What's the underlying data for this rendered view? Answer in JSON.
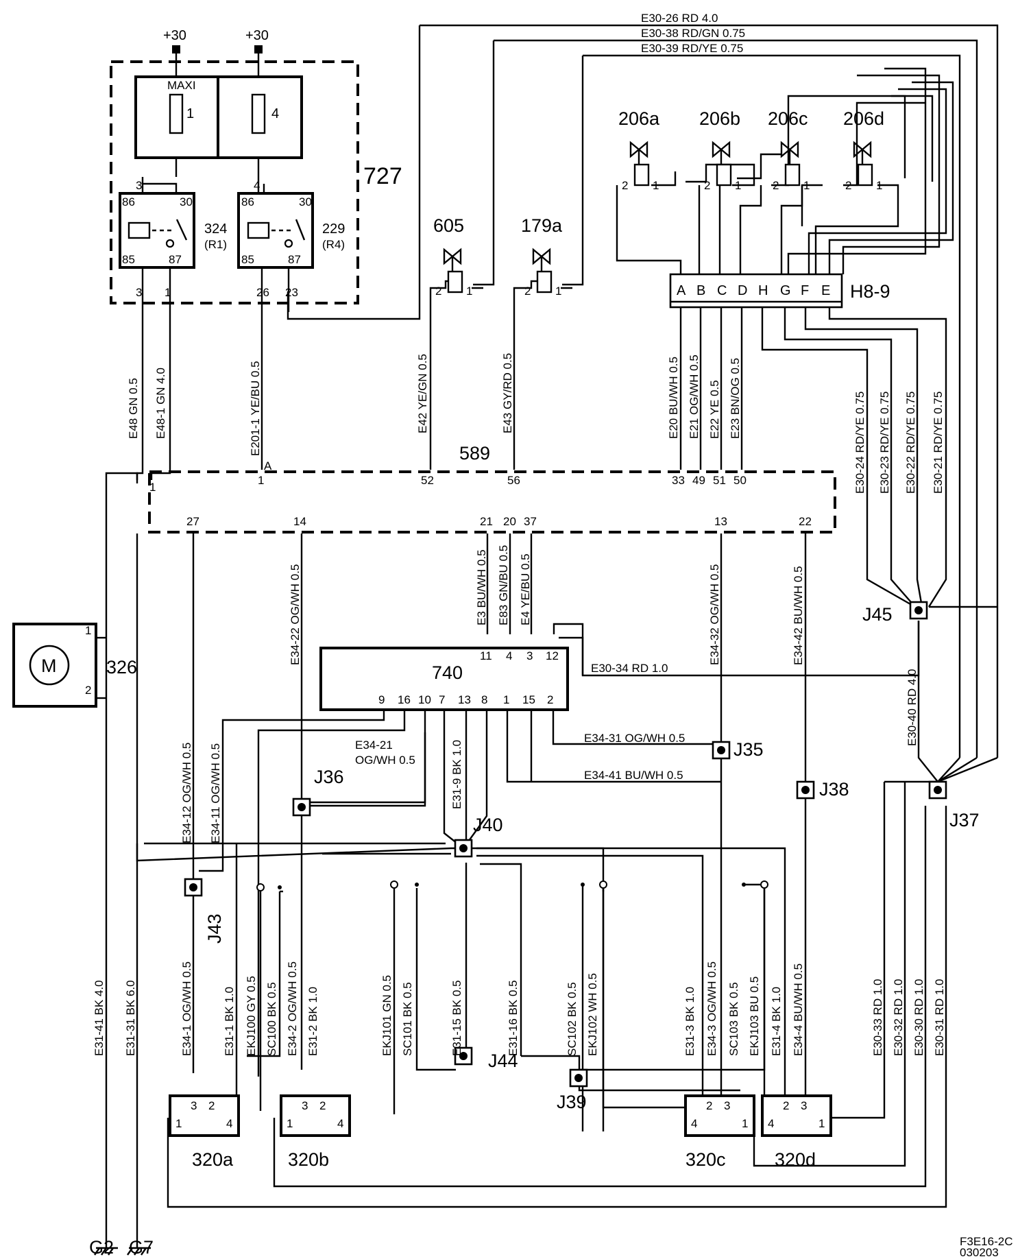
{
  "title_code": "F3E16-2C",
  "date_code": "030203",
  "components": {
    "fuse_box": "727",
    "relay_r1": "324",
    "relay_r1_sub": "(R1)",
    "relay_r4": "229",
    "relay_r4_sub": "(R4)",
    "maxi": "MAXI",
    "fuse1": "1",
    "fuse4": "4",
    "plus30_a": "+30",
    "plus30_b": "+30",
    "connector_589": "589",
    "module_740": "740",
    "motor": "326",
    "motor_symbol": "M",
    "h89": "H8-9",
    "v605": "605",
    "v179a": "179a",
    "v206a": "206a",
    "v206b": "206b",
    "v206c": "206c",
    "v206d": "206d",
    "s320a": "320a",
    "s320b": "320b",
    "s320c": "320c",
    "s320d": "320d",
    "g2": "G2",
    "g7": "G7"
  },
  "junctions": {
    "j35": "J35",
    "j36": "J36",
    "j37": "J37",
    "j38": "J38",
    "j39": "J39",
    "j40": "J40",
    "j43": "J43",
    "j44": "J44",
    "j45": "J45"
  },
  "h89_pins": [
    "A",
    "B",
    "C",
    "D",
    "H",
    "G",
    "F",
    "E"
  ],
  "wires_top": {
    "w1": "E30-26  RD  4.0",
    "w2": "E30-38  RD/GN  0.75",
    "w3": "E30-39  RD/YE  0.75"
  },
  "wires_vertical": {
    "e48": "E48  GN  0.5",
    "e481": "E48-1  GN  4.0",
    "e2011": "E201-1  YE/BU  0.5",
    "e42": "E42  YE/GN  0.5",
    "e43": "E43  GY/RD  0.5",
    "e20": "E20  BU/WH  0.5",
    "e21": "E21  OG/WH  0.5",
    "e22": "E22  YE  0.5",
    "e23": "E23  BN/OG  0.5",
    "e3024": "E30-24  RD/YE  0.75",
    "e3023": "E30-23  RD/YE  0.75",
    "e3022": "E30-22  RD/YE  0.75",
    "e3021": "E30-21  RD/YE  0.75",
    "e3422": "E34-22  OG/WH  0.5",
    "e3": "E3  BU/WH  0.5",
    "e83": "E83  GN/BU  0.5",
    "e4": "E4  YE/BU  0.5",
    "e3432": "E34-32  OG/WH  0.5",
    "e3442": "E34-42  BU/WH  0.5",
    "e3040": "E30-40  RD  4.0",
    "e3412": "E34-12  OG/WH  0.5",
    "e3411": "E34-11  OG/WH  0.5",
    "e319": "E31-9  BK  1.0",
    "e3141": "E31-41  BK  4.0",
    "e3131": "E31-31  BK  6.0",
    "e341": "E34-1  OG/WH  0.5",
    "e311": "E31-1  BK  1.0",
    "ekj100": "EKJ100  GY  0.5",
    "sc100": "SC100  BK  0.5",
    "e342": "E34-2  OG/WH  0.5",
    "e312": "E31-2  BK  1.0",
    "ekj101": "EKJ101  GN  0.5",
    "sc101": "SC101  BK  0.5",
    "e3115": "E31-15  BK  0.5",
    "e3116": "E31-16  BK  0.5",
    "sc102": "SC102  BK  0.5",
    "ekj102": "EKJ102  WH  0.5",
    "e313": "E31-3  BK  1.0",
    "e343": "E34-3  OG/WH  0.5",
    "sc103": "SC103  BK  0.5",
    "ekj103": "EKJ103  BU  0.5",
    "e314": "E31-4  BK  1.0",
    "e344": "E34-4  BU/WH  0.5",
    "e3033": "E30-33  RD  1.0",
    "e3032": "E30-32  RD  1.0",
    "e3030": "E30-30  RD  1.0",
    "e3031": "E30-31  RD  1.0"
  },
  "wires_horizontal": {
    "e3034": "E30-34  RD  1.0",
    "e3431": "E34-31  OG/WH  0.5",
    "e3441": "E34-41  BU/WH  0.5",
    "e3421a": "E34-21",
    "e3421b": "OG/WH  0.5"
  },
  "pins": {
    "r86a": "86",
    "r30a": "30",
    "r85a": "85",
    "r87a": "87",
    "r86b": "86",
    "r30b": "30",
    "r85b": "85",
    "r87b": "87",
    "p3a": "3",
    "p3b": "3",
    "p1": "1",
    "p4": "4",
    "p26": "26",
    "p23": "23",
    "v605_2": "2",
    "v605_1": "1",
    "v179_2": "2",
    "v179_1": "1",
    "v206a_2": "2",
    "v206a_1": "1",
    "v206b_2": "2",
    "v206b_1": "1",
    "v206c_2": "2",
    "v206c_1": "1",
    "v206d_2": "2",
    "v206d_1": "1",
    "c589_1": "1",
    "c589_52": "52",
    "c589_56": "56",
    "c589_33": "33",
    "c589_49": "49",
    "c589_51": "51",
    "c589_50": "50",
    "c589_1b": "1",
    "c589_27": "27",
    "c589_14": "14",
    "c589_21": "21",
    "c589_20": "20",
    "c589_37": "37",
    "c589_13": "13",
    "c589_22": "22",
    "m1": "1",
    "m2": "2",
    "t11": "11",
    "t4": "4",
    "t3": "3",
    "t12": "12",
    "b9": "9",
    "b16": "16",
    "b10": "10",
    "b7": "7",
    "b13": "13",
    "b8": "8",
    "b1": "1",
    "b15": "15",
    "b2": "2",
    "a1": "1",
    "a3": "3",
    "a2": "2",
    "a4": "4",
    "bb1": "1",
    "bb3": "3",
    "bb2": "2",
    "bb4": "4",
    "c4": "4",
    "c2": "2",
    "c3": "3",
    "c1": "1",
    "d4": "4",
    "d2": "2",
    "d3": "3",
    "d1": "1"
  },
  "pin_letters": {
    "A": "A",
    "B": "B"
  }
}
